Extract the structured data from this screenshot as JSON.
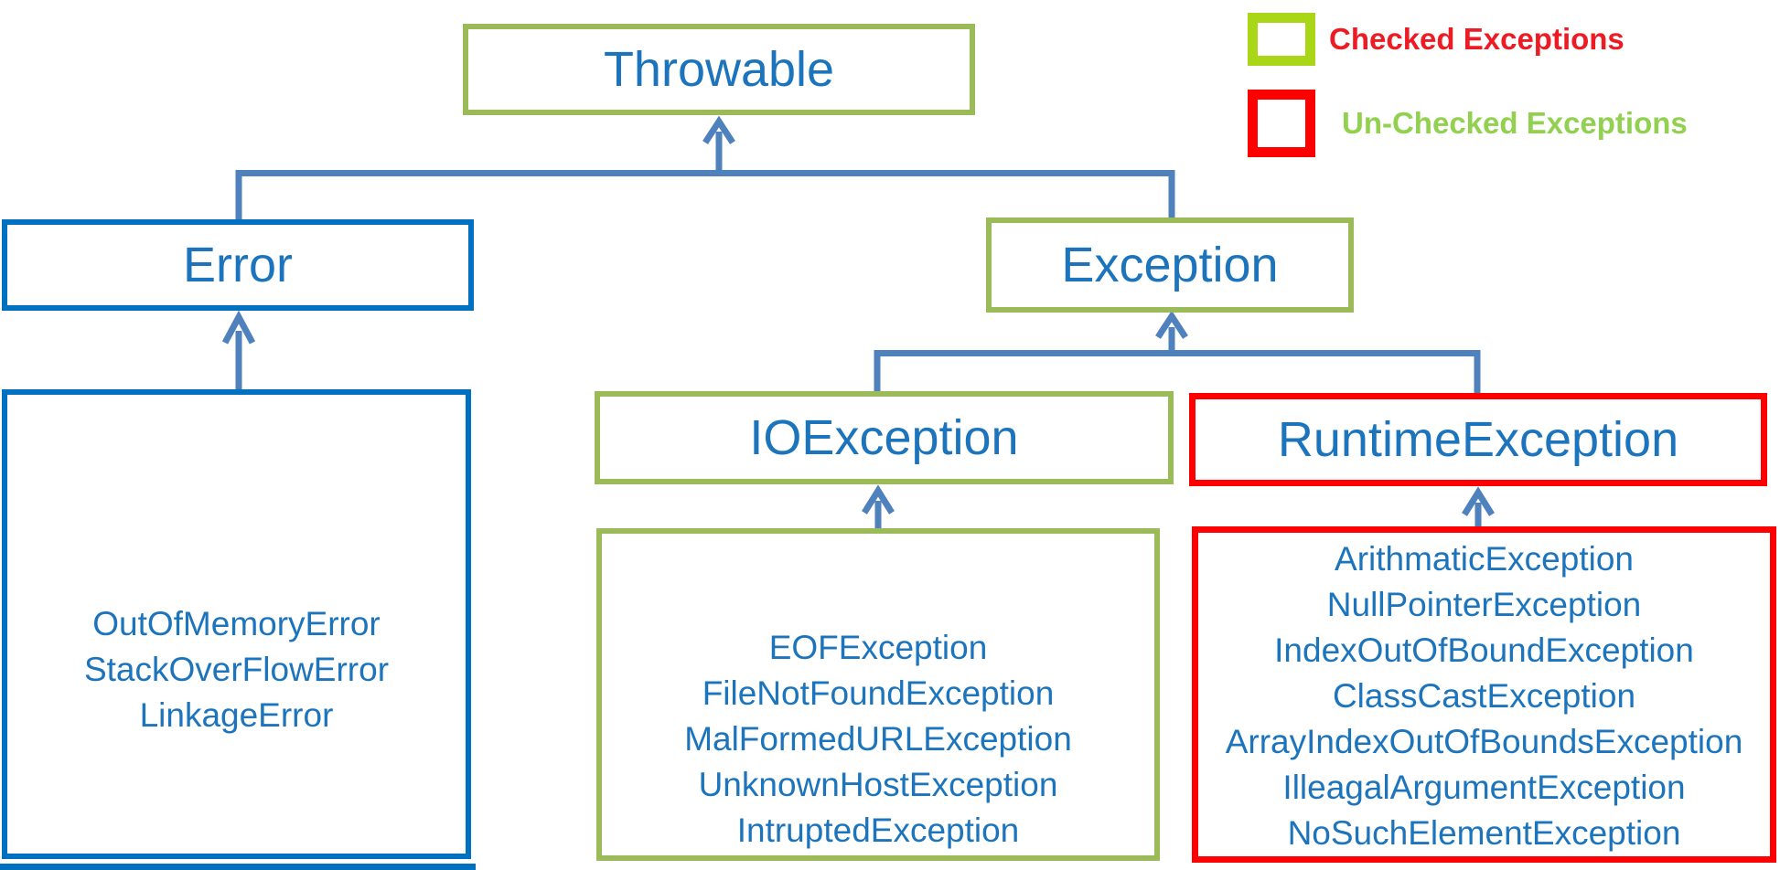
{
  "colors": {
    "text-blue": "#1C74BD",
    "olive": "#9BBB59",
    "box-blue": "#0070C0",
    "red": "#FF0000",
    "connector": "#4F81BD",
    "legend-green": "#AAD618",
    "checked-text": "#ED1C24",
    "unchecked-text": "#92D050"
  },
  "nodes": {
    "throwable": "Throwable",
    "error": "Error",
    "exception": "Exception",
    "io": "IOException",
    "runtime": "RuntimeException"
  },
  "error_children": [
    "OutOfMemoryError",
    "StackOverFlowError",
    "LinkageError"
  ],
  "io_children": [
    "EOFException",
    "FileNotFoundException",
    "MalFormedURLException",
    "UnknownHostException",
    "IntruptedException"
  ],
  "runtime_children": [
    "ArithmaticException",
    "NullPointerException",
    "IndexOutOfBoundException",
    "ClassCastException",
    "ArrayIndexOutOfBoundsException",
    "IlleagalArgumentException",
    "NoSuchElementException"
  ],
  "legend": {
    "checked": "Checked Exceptions",
    "unchecked": "Un-Checked Exceptions"
  }
}
